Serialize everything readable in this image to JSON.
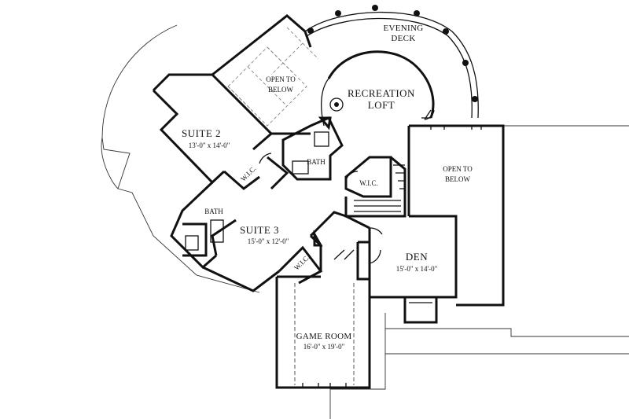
{
  "rooms": {
    "evening_deck": {
      "line1": "EVENING",
      "line2": "DECK"
    },
    "open_to_below_left": {
      "line1": "OPEN TO",
      "line2": "BELOW"
    },
    "recreation_loft": {
      "line1": "RECREATION",
      "line2": "LOFT"
    },
    "suite2": {
      "name": "SUITE 2",
      "dims": "13'-0\" x 14'-0\""
    },
    "bath_upper": {
      "name": "BATH"
    },
    "wic_upper": {
      "name": "W.I.C."
    },
    "wic_right": {
      "name": "W.I.C."
    },
    "open_to_below_right": {
      "line1": "OPEN TO",
      "line2": "BELOW"
    },
    "bath_lower": {
      "name": "BATH"
    },
    "suite3": {
      "name": "SUITE 3",
      "dims": "15'-0\" x 12'-0\""
    },
    "wic_lower": {
      "name": "W.I.C."
    },
    "den": {
      "name": "DEN",
      "dims": "15'-0\" x 14'-0\""
    },
    "game_room": {
      "name": "GAME ROOM",
      "dims": "16'-0\" x 19'-0\""
    }
  },
  "colors": {
    "wall": "#111111",
    "background": "#ffffff"
  }
}
